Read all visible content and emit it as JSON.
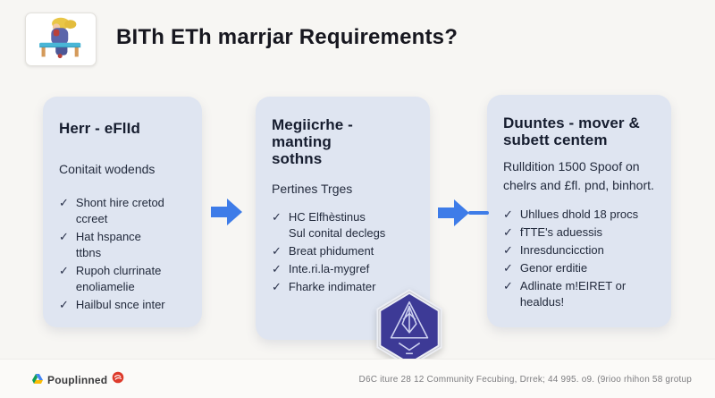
{
  "header": {
    "title": "BITh ETh marrjar Requirements?"
  },
  "cards": [
    {
      "title": "Herr - eFlId",
      "subtitle": "Conitait wodends",
      "items": [
        "Shont hire cretod\nccreet",
        "Hat hspance\nttbns",
        "Rupoh clurrinate\nenoliamelie",
        "Hailbul snce inter"
      ]
    },
    {
      "title": "Megiicrhe - manting\nsothns",
      "subtitle": "Pertines Trges",
      "items": [
        "HC Elfhèstinus\nSul conital declegs",
        "Breat phidument",
        "Inte.ri.la-mygref",
        "Fharke indimater"
      ]
    },
    {
      "title": "Duuntes - mover &\nsubett centem",
      "subtitle": "Rulldition 1500 Spoof on\nchelrs and £fl. pnd, binhort.",
      "items": [
        "Uhllues dhold 18 procs",
        "fTTE's aduessis",
        "Inresduncicction",
        "Genor erditie",
        "Adlinate m!EIRET or\nhealdus!"
      ]
    }
  ],
  "icons": {
    "check_glyph": "✓",
    "logo": "person-at-desk-illustration",
    "flow_arrow": "right-arrow-icon",
    "badge": "hexagonal-prism-badge",
    "brand_logo": "triangle-brand-icon",
    "brand_badge": "red-circle-emblem"
  },
  "footer": {
    "brand": "Pouplinned",
    "note": "D6C iture 28 12 Community Fecubing, Drrek; 44 995. o9. (9rioo rhihon 58 grotup"
  },
  "colors": {
    "background": "#f7f6f3",
    "card": "#dfe5f1",
    "arrow": "#3e7ce8",
    "badge": "#3d3a96",
    "text": "#1c2436",
    "footer_text": "#7d7d80"
  }
}
